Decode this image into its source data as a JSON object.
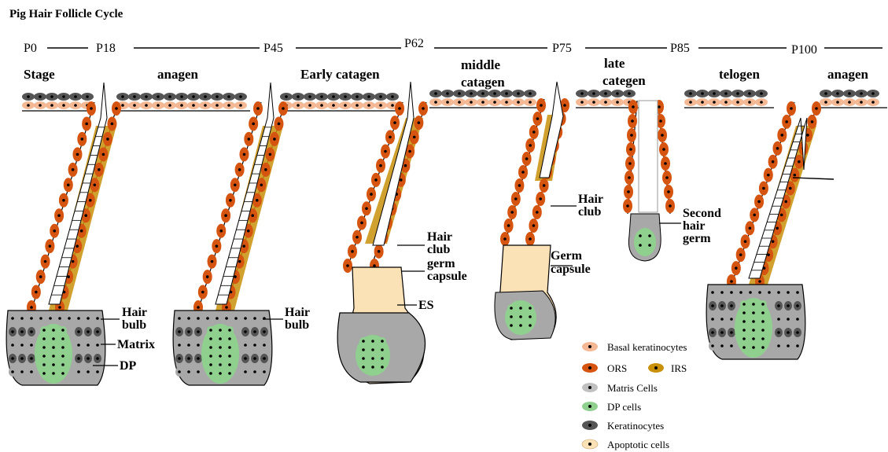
{
  "title": "Pig Hair Follicle Cycle",
  "timeline": [
    "P0",
    "P18",
    "P45",
    "P62",
    "P75",
    "P85",
    "P100"
  ],
  "stages": [
    {
      "lines": [
        "Stage"
      ]
    },
    {
      "lines": [
        "anagen"
      ]
    },
    {
      "lines": [
        "Early catagen"
      ]
    },
    {
      "lines": [
        "middle",
        "catagen"
      ]
    },
    {
      "lines": [
        "late",
        "categen"
      ]
    },
    {
      "lines": [
        "telogen"
      ]
    },
    {
      "lines": [
        "anagen"
      ]
    }
  ],
  "labels": {
    "hair_bulb_1": [
      "Hair",
      "bulb"
    ],
    "matrix": "Matrix",
    "dp": "DP",
    "hair_bulb_2": [
      "Hair",
      "bulb"
    ],
    "hair_club_1": [
      "Hair",
      "club"
    ],
    "germ_capsule_1": [
      "germ",
      "capsule"
    ],
    "es": "ES",
    "hair_club_2": [
      "Hair",
      "club"
    ],
    "germ_capsule_2": [
      "Germ",
      "capsule"
    ],
    "second_hair_germ": [
      "Second",
      "hair",
      "germ"
    ]
  },
  "legend": [
    {
      "label": "Basal keratinocytes",
      "fill": "#f5b894",
      "dot": "#000000"
    },
    {
      "label": "ORS",
      "fill": "#d55410",
      "dot": "#000000",
      "pair_label": "IRS",
      "pair_fill": "#c9900a"
    },
    {
      "label": "Matris Cells",
      "fill": "#c0c0c0",
      "dot": "#000000"
    },
    {
      "label": "DP cells",
      "fill": "#8fd08f",
      "dot": "#000000"
    },
    {
      "label": "Keratinocytes",
      "fill": "#555555",
      "dot": "#000000"
    },
    {
      "label": "Apoptotic cells",
      "fill": "#fbe1b6",
      "dot": "#000000"
    }
  ],
  "colors": {
    "basal": "#f5b894",
    "ors": "#d55410",
    "irs": "#c9900a",
    "matrix": "#a8a8a8",
    "dp": "#8fd08f",
    "keratinocyte": "#555555",
    "apoptotic": "#fbe1b6"
  }
}
